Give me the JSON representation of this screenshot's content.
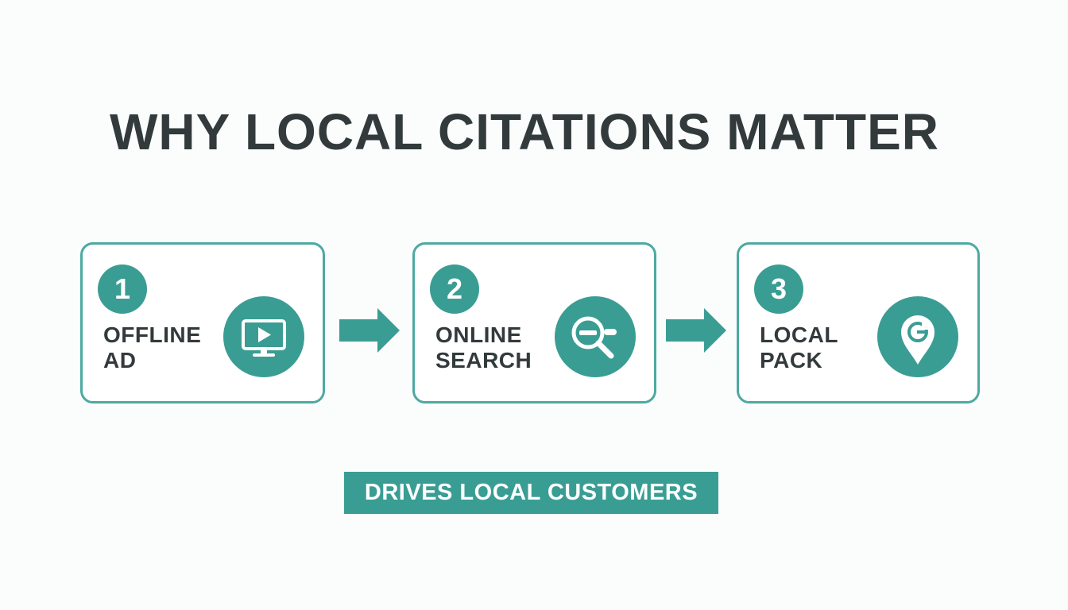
{
  "title": "WHY LOCAL CITATIONS MATTER",
  "colors": {
    "accent": "#3a9d94",
    "border": "#4da9a2",
    "text": "#333a3c",
    "background": "#fbfcfc"
  },
  "steps": [
    {
      "number": "1",
      "label_line1": "OFFLINE",
      "label_line2": "AD",
      "icon": "tv-play-icon"
    },
    {
      "number": "2",
      "label_line1": "ONLINE",
      "label_line2": "SEARCH",
      "icon": "search-icon"
    },
    {
      "number": "3",
      "label_line1": "LOCAL",
      "label_line2": "PACK",
      "icon": "map-pin-g-icon"
    }
  ],
  "arrows": [
    "arrow-right-icon",
    "arrow-right-icon"
  ],
  "outcome": "DRIVES LOCAL CUSTOMERS"
}
